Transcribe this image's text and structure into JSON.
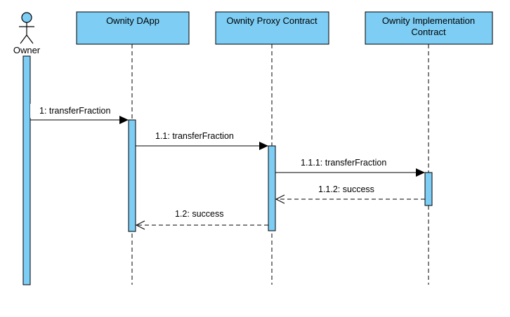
{
  "colors": {
    "fill": "#7dcdf4",
    "stroke": "#000000",
    "background": "#ffffff"
  },
  "actor": {
    "label": "Owner"
  },
  "participants": [
    {
      "id": "dapp",
      "label_lines": [
        "Ownity DApp"
      ]
    },
    {
      "id": "proxy",
      "label_lines": [
        "Ownity Proxy Contract"
      ]
    },
    {
      "id": "impl",
      "label_lines": [
        "Ownity Implementation",
        "Contract"
      ]
    }
  ],
  "messages": [
    {
      "label": "1: transferFraction",
      "from": "owner",
      "to": "dapp",
      "style": "sync"
    },
    {
      "label": "1.1: transferFraction",
      "from": "dapp",
      "to": "proxy",
      "style": "sync"
    },
    {
      "label": "1.1.1: transferFraction",
      "from": "proxy",
      "to": "impl",
      "style": "sync"
    },
    {
      "label": "1.1.2: success",
      "from": "impl",
      "to": "proxy",
      "style": "return"
    },
    {
      "label": "1.2: success",
      "from": "proxy",
      "to": "dapp",
      "style": "return"
    }
  ]
}
